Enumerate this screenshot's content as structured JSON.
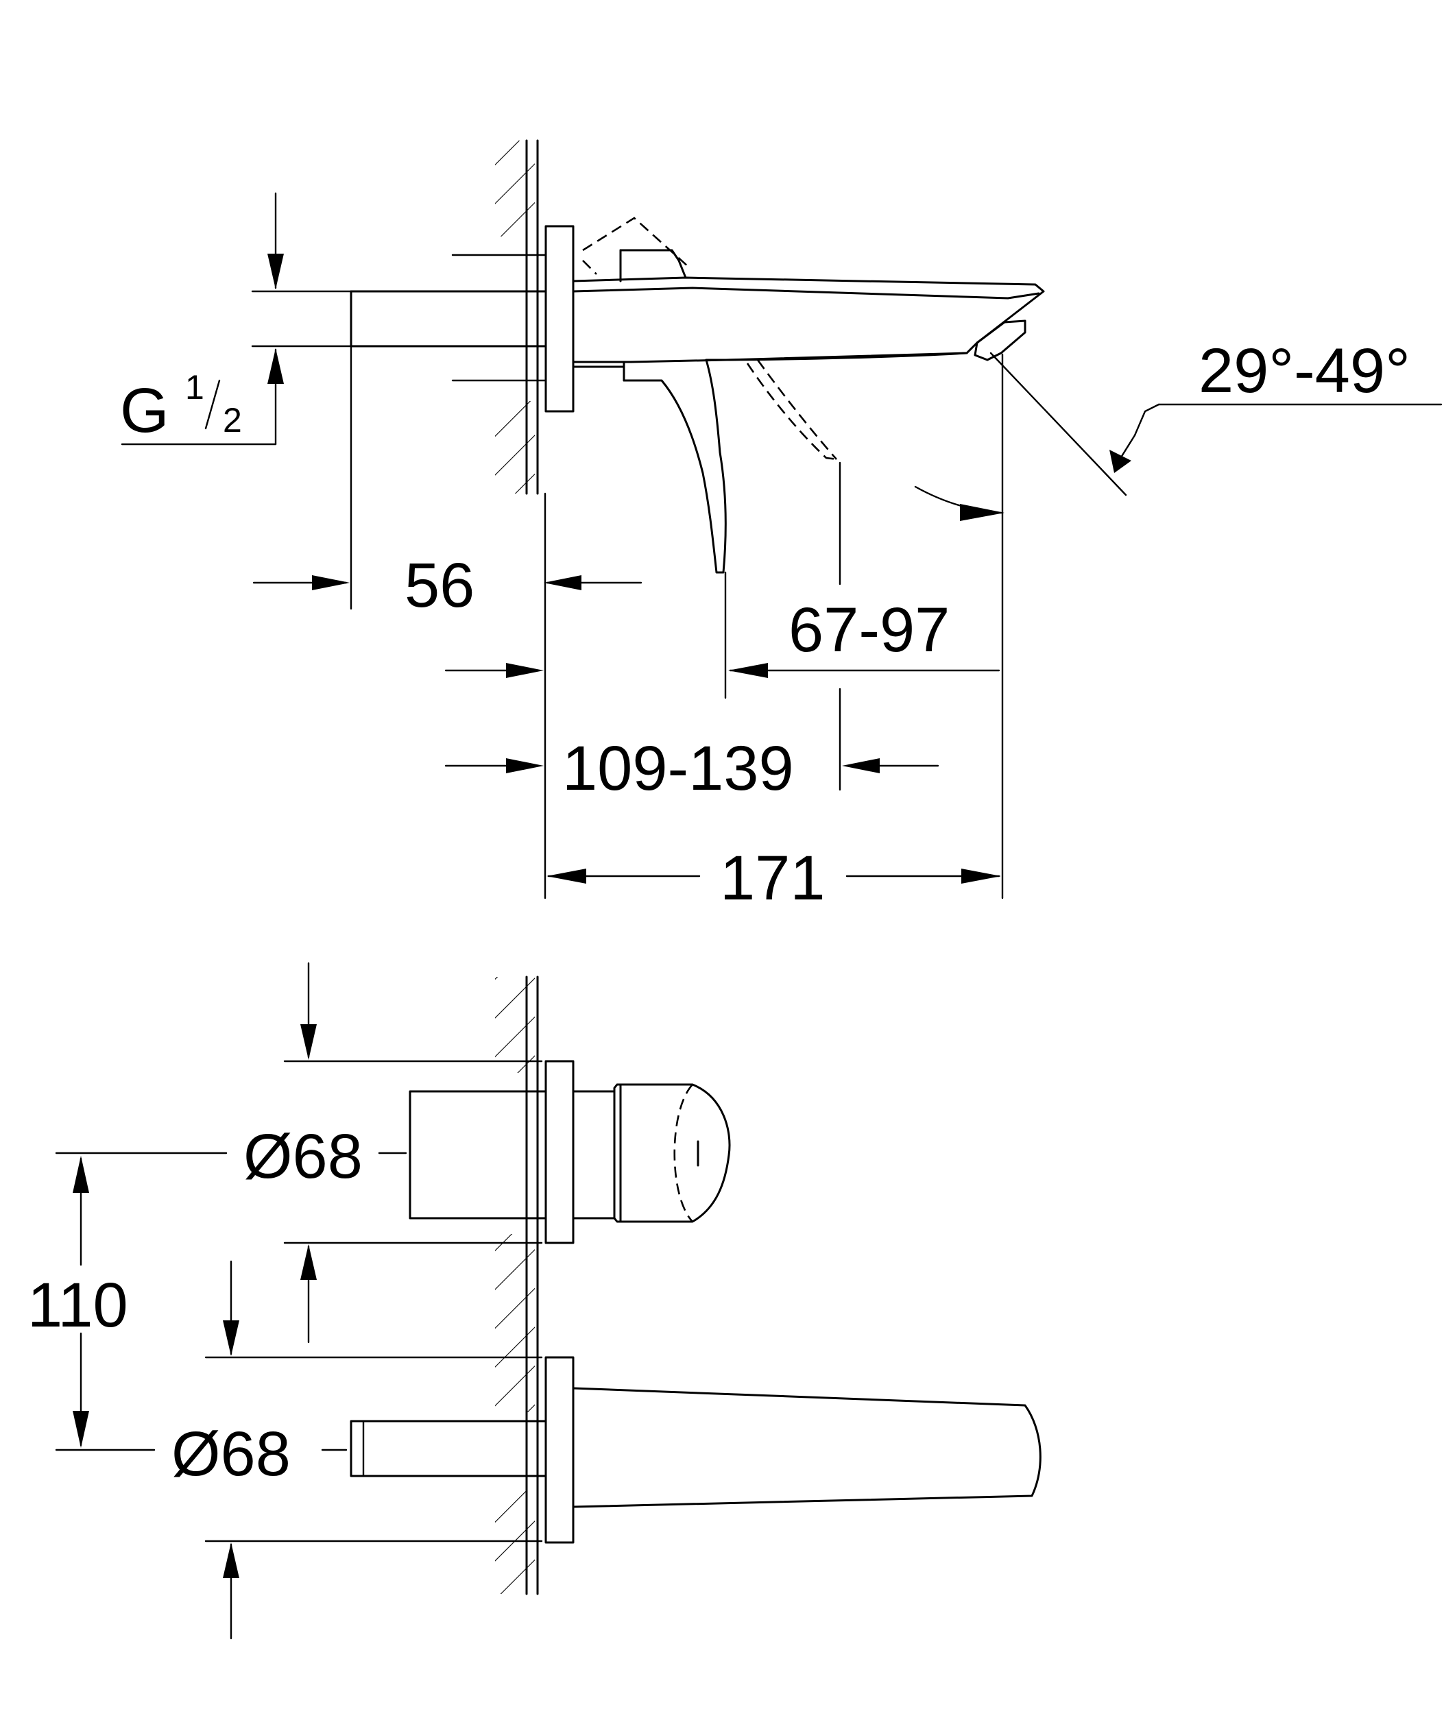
{
  "dimensions": {
    "thread": {
      "main": "G",
      "numerator": "1",
      "denominator": "2"
    },
    "angle": "29°-49°",
    "depth_56": "56",
    "spout_range": "67-97",
    "projection_range": "109-139",
    "total_length": "171",
    "diameter_top": "Ø68",
    "diameter_bottom": "Ø68",
    "spacing": "110"
  },
  "colors": {
    "line": "#000000",
    "background": "#ffffff"
  }
}
